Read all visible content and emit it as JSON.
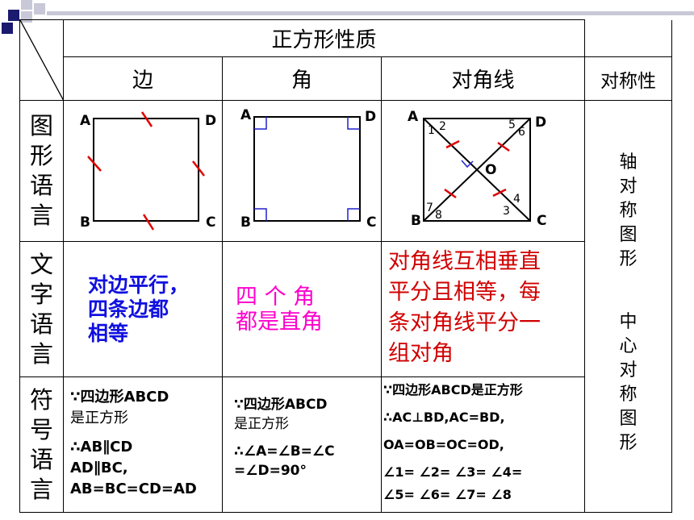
{
  "title": "正方形性质",
  "headers": {
    "side": "边",
    "angle": "角",
    "diagonal": "对角线",
    "symmetry": "对称性"
  },
  "row_labels": {
    "figure": "图形语言",
    "text": "文字语言",
    "symbol": "符号语言"
  },
  "figure_labels": {
    "A": "A",
    "B": "B",
    "C": "C",
    "D": "D",
    "O": "O",
    "n1": "1",
    "n2": "2",
    "n3": "3",
    "n4": "4",
    "n5": "5",
    "n6": "6",
    "n7": "7",
    "n8": "8"
  },
  "text_language": {
    "side": [
      "对边平行，",
      "四条边都",
      "相等"
    ],
    "angle": [
      "四 个 角",
      "都是直角"
    ],
    "diagonal": [
      "对角线互相垂直",
      "平分且相等，每",
      "条对角线平分一",
      "组对角"
    ]
  },
  "symbol_language": {
    "side": [
      "∵四边形ABCD",
      "是正方形",
      "∴AB∥CD",
      "AD∥BC,",
      "AB=BC=CD=AD"
    ],
    "angle": [
      "∵四边形ABCD",
      "是正方形",
      "∴∠A=∠B=∠C",
      "=∠D=90°"
    ],
    "diagonal": [
      "∵四边形ABCD是正方形",
      "∴AC⊥BD,AC=BD,",
      "OA=OB=OC=OD,",
      "∠1= ∠2= ∠3= ∠4=",
      "∠5= ∠6= ∠7= ∠8"
    ]
  },
  "symmetry": {
    "axis": "轴对称图形",
    "center": "中心对称图形"
  },
  "colors": {
    "blue_text": "#1010e0",
    "pink_text": "#ff00cc",
    "red_text": "#d00000",
    "tick_marks": "#e00000",
    "right_angle_marks": "#2020d0",
    "deco_navy": "#1a1a6e",
    "deco_gray": "#c8c8d8"
  }
}
